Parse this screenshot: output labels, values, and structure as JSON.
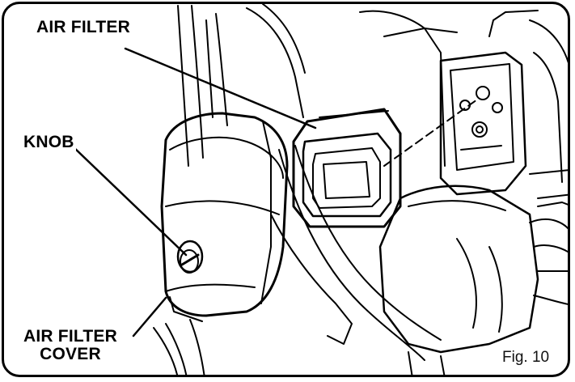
{
  "labels": {
    "air_filter": "AIR FILTER",
    "knob": "KNOB",
    "cover_line1": "AIR FILTER",
    "cover_line2": "COVER"
  },
  "figure_label": "Fig. 10"
}
